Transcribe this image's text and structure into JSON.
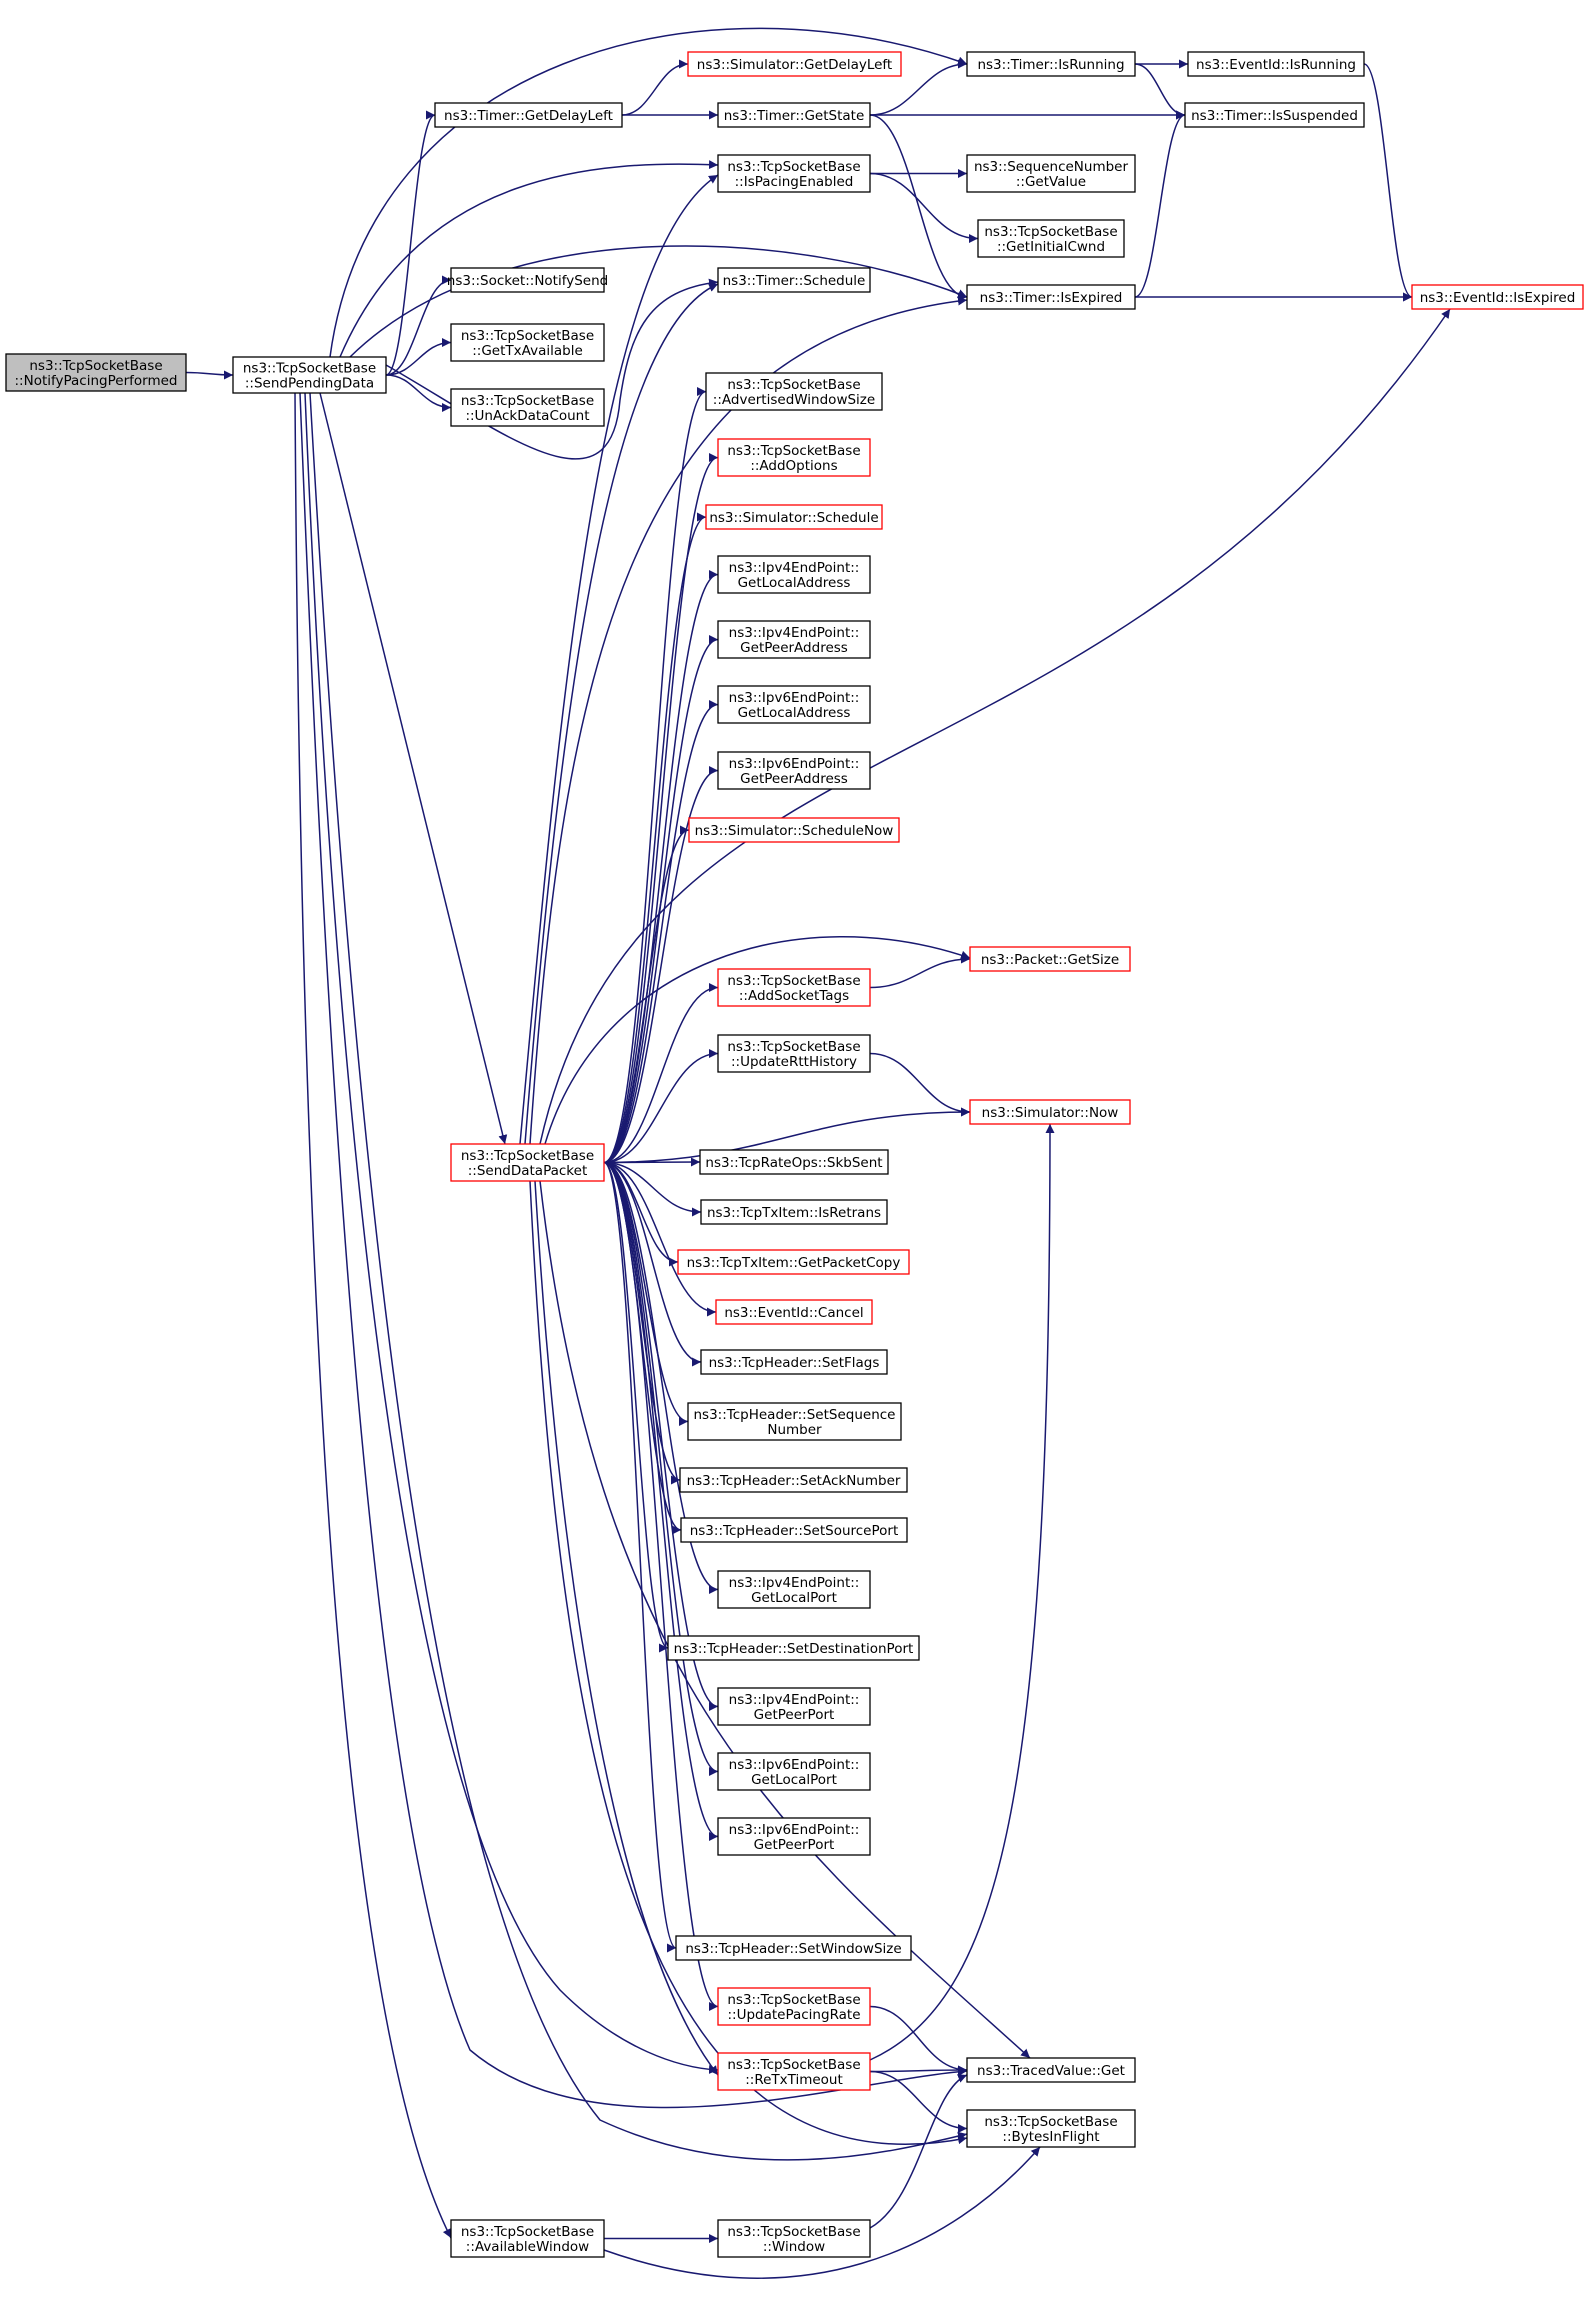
{
  "colors": {
    "edge": "#191970",
    "node_border_default": "#000000",
    "node_border_truncated": "#ff0000",
    "node_fill_default": "#ffffff",
    "node_fill_focus": "#bfbfbf"
  },
  "nodes": [
    {
      "id": "notifyPacing",
      "lines": [
        "ns3::TcpSocketBase",
        "::NotifyPacingPerformed"
      ],
      "style": "focus"
    },
    {
      "id": "sendPending",
      "lines": [
        "ns3::TcpSocketBase",
        "::SendPendingData"
      ],
      "style": "normal"
    },
    {
      "id": "getDelayLeft",
      "lines": [
        "ns3::Timer::GetDelayLeft"
      ],
      "style": "normal"
    },
    {
      "id": "simGetDelayLeft",
      "lines": [
        "ns3::Simulator::GetDelayLeft"
      ],
      "style": "red"
    },
    {
      "id": "timerGetState",
      "lines": [
        "ns3::Timer::GetState"
      ],
      "style": "normal"
    },
    {
      "id": "timerIsRunning",
      "lines": [
        "ns3::Timer::IsRunning"
      ],
      "style": "normal"
    },
    {
      "id": "eventIsRunning",
      "lines": [
        "ns3::EventId::IsRunning"
      ],
      "style": "normal"
    },
    {
      "id": "timerIsSuspended",
      "lines": [
        "ns3::Timer::IsSuspended"
      ],
      "style": "normal"
    },
    {
      "id": "isPacingEnabled",
      "lines": [
        "ns3::TcpSocketBase",
        "::IsPacingEnabled"
      ],
      "style": "normal"
    },
    {
      "id": "seqGetValue",
      "lines": [
        "ns3::SequenceNumber",
        "::GetValue"
      ],
      "style": "normal"
    },
    {
      "id": "getInitialCwnd",
      "lines": [
        "ns3::TcpSocketBase",
        "::GetInitialCwnd"
      ],
      "style": "normal"
    },
    {
      "id": "notifySend",
      "lines": [
        "ns3::Socket::NotifySend"
      ],
      "style": "normal"
    },
    {
      "id": "timerSchedule",
      "lines": [
        "ns3::Timer::Schedule"
      ],
      "style": "normal"
    },
    {
      "id": "timerIsExpired",
      "lines": [
        "ns3::Timer::IsExpired"
      ],
      "style": "normal"
    },
    {
      "id": "eventIsExpired",
      "lines": [
        "ns3::EventId::IsExpired"
      ],
      "style": "red"
    },
    {
      "id": "getTxAvailable",
      "lines": [
        "ns3::TcpSocketBase",
        "::GetTxAvailable"
      ],
      "style": "normal"
    },
    {
      "id": "unAckDataCount",
      "lines": [
        "ns3::TcpSocketBase",
        "::UnAckDataCount"
      ],
      "style": "normal"
    },
    {
      "id": "advWindowSize",
      "lines": [
        "ns3::TcpSocketBase",
        "::AdvertisedWindowSize"
      ],
      "style": "normal"
    },
    {
      "id": "addOptions",
      "lines": [
        "ns3::TcpSocketBase",
        "::AddOptions"
      ],
      "style": "red"
    },
    {
      "id": "simSchedule",
      "lines": [
        "ns3::Simulator::Schedule"
      ],
      "style": "red"
    },
    {
      "id": "ipv4LocalAddr",
      "lines": [
        "ns3::Ipv4EndPoint::",
        "GetLocalAddress"
      ],
      "style": "normal"
    },
    {
      "id": "ipv4PeerAddr",
      "lines": [
        "ns3::Ipv4EndPoint::",
        "GetPeerAddress"
      ],
      "style": "normal"
    },
    {
      "id": "ipv6LocalAddr",
      "lines": [
        "ns3::Ipv6EndPoint::",
        "GetLocalAddress"
      ],
      "style": "normal"
    },
    {
      "id": "ipv6PeerAddr",
      "lines": [
        "ns3::Ipv6EndPoint::",
        "GetPeerAddress"
      ],
      "style": "normal"
    },
    {
      "id": "simScheduleNow",
      "lines": [
        "ns3::Simulator::ScheduleNow"
      ],
      "style": "red"
    },
    {
      "id": "packetGetSize",
      "lines": [
        "ns3::Packet::GetSize"
      ],
      "style": "red"
    },
    {
      "id": "addSocketTags",
      "lines": [
        "ns3::TcpSocketBase",
        "::AddSocketTags"
      ],
      "style": "red"
    },
    {
      "id": "updateRttHistory",
      "lines": [
        "ns3::TcpSocketBase",
        "::UpdateRttHistory"
      ],
      "style": "normal"
    },
    {
      "id": "simNow",
      "lines": [
        "ns3::Simulator::Now"
      ],
      "style": "red"
    },
    {
      "id": "sendDataPacket",
      "lines": [
        "ns3::TcpSocketBase",
        "::SendDataPacket"
      ],
      "style": "red"
    },
    {
      "id": "skbSent",
      "lines": [
        "ns3::TcpRateOps::SkbSent"
      ],
      "style": "normal"
    },
    {
      "id": "isRetrans",
      "lines": [
        "ns3::TcpTxItem::IsRetrans"
      ],
      "style": "normal"
    },
    {
      "id": "getPacketCopy",
      "lines": [
        "ns3::TcpTxItem::GetPacketCopy"
      ],
      "style": "red"
    },
    {
      "id": "eventCancel",
      "lines": [
        "ns3::EventId::Cancel"
      ],
      "style": "red"
    },
    {
      "id": "setFlags",
      "lines": [
        "ns3::TcpHeader::SetFlags"
      ],
      "style": "normal"
    },
    {
      "id": "setSequence",
      "lines": [
        "ns3::TcpHeader::SetSequence",
        "Number"
      ],
      "style": "normal"
    },
    {
      "id": "setAckNumber",
      "lines": [
        "ns3::TcpHeader::SetAckNumber"
      ],
      "style": "normal"
    },
    {
      "id": "setSourcePort",
      "lines": [
        "ns3::TcpHeader::SetSourcePort"
      ],
      "style": "normal"
    },
    {
      "id": "ipv4LocalPort",
      "lines": [
        "ns3::Ipv4EndPoint::",
        "GetLocalPort"
      ],
      "style": "normal"
    },
    {
      "id": "setDestPort",
      "lines": [
        "ns3::TcpHeader::SetDestinationPort"
      ],
      "style": "normal"
    },
    {
      "id": "ipv4PeerPort",
      "lines": [
        "ns3::Ipv4EndPoint::",
        "GetPeerPort"
      ],
      "style": "normal"
    },
    {
      "id": "ipv6LocalPort",
      "lines": [
        "ns3::Ipv6EndPoint::",
        "GetLocalPort"
      ],
      "style": "normal"
    },
    {
      "id": "ipv6PeerPort",
      "lines": [
        "ns3::Ipv6EndPoint::",
        "GetPeerPort"
      ],
      "style": "normal"
    },
    {
      "id": "setWindowSize",
      "lines": [
        "ns3::TcpHeader::SetWindowSize"
      ],
      "style": "normal"
    },
    {
      "id": "updatePacingRate",
      "lines": [
        "ns3::TcpSocketBase",
        "::UpdatePacingRate"
      ],
      "style": "red"
    },
    {
      "id": "tracedGet",
      "lines": [
        "ns3::TracedValue::Get"
      ],
      "style": "normal"
    },
    {
      "id": "reTxTimeout",
      "lines": [
        "ns3::TcpSocketBase",
        "::ReTxTimeout"
      ],
      "style": "red"
    },
    {
      "id": "bytesInFlight",
      "lines": [
        "ns3::TcpSocketBase",
        "::BytesInFlight"
      ],
      "style": "normal"
    },
    {
      "id": "availableWindow",
      "lines": [
        "ns3::TcpSocketBase",
        "::AvailableWindow"
      ],
      "style": "normal"
    },
    {
      "id": "window",
      "lines": [
        "ns3::TcpSocketBase",
        "::Window"
      ],
      "style": "normal"
    }
  ],
  "edges": [
    [
      "notifyPacing",
      "sendPending"
    ],
    [
      "sendPending",
      "getDelayLeft"
    ],
    [
      "sendPending",
      "timerIsRunning"
    ],
    [
      "sendPending",
      "isPacingEnabled"
    ],
    [
      "sendPending",
      "notifySend"
    ],
    [
      "sendPending",
      "timerSchedule"
    ],
    [
      "sendPending",
      "timerIsExpired"
    ],
    [
      "sendPending",
      "getTxAvailable"
    ],
    [
      "sendPending",
      "unAckDataCount"
    ],
    [
      "sendPending",
      "sendDataPacket"
    ],
    [
      "sendPending",
      "tracedGet"
    ],
    [
      "sendPending",
      "reTxTimeout"
    ],
    [
      "sendPending",
      "bytesInFlight"
    ],
    [
      "sendPending",
      "availableWindow"
    ],
    [
      "getDelayLeft",
      "simGetDelayLeft"
    ],
    [
      "getDelayLeft",
      "timerGetState"
    ],
    [
      "timerGetState",
      "timerIsRunning"
    ],
    [
      "timerGetState",
      "timerIsSuspended"
    ],
    [
      "timerGetState",
      "timerIsExpired"
    ],
    [
      "timerIsRunning",
      "eventIsRunning"
    ],
    [
      "timerIsRunning",
      "timerIsSuspended"
    ],
    [
      "eventIsRunning",
      "eventIsExpired"
    ],
    [
      "isPacingEnabled",
      "seqGetValue"
    ],
    [
      "isPacingEnabled",
      "getInitialCwnd"
    ],
    [
      "timerIsExpired",
      "eventIsExpired"
    ],
    [
      "timerIsExpired",
      "timerIsSuspended"
    ],
    [
      "sendDataPacket",
      "isPacingEnabled"
    ],
    [
      "sendDataPacket",
      "timerSchedule"
    ],
    [
      "sendDataPacket",
      "timerIsExpired"
    ],
    [
      "sendDataPacket",
      "advWindowSize"
    ],
    [
      "sendDataPacket",
      "addOptions"
    ],
    [
      "sendDataPacket",
      "simSchedule"
    ],
    [
      "sendDataPacket",
      "ipv4LocalAddr"
    ],
    [
      "sendDataPacket",
      "ipv4PeerAddr"
    ],
    [
      "sendDataPacket",
      "ipv6LocalAddr"
    ],
    [
      "sendDataPacket",
      "ipv6PeerAddr"
    ],
    [
      "sendDataPacket",
      "simScheduleNow"
    ],
    [
      "sendDataPacket",
      "eventIsExpired"
    ],
    [
      "sendDataPacket",
      "packetGetSize"
    ],
    [
      "sendDataPacket",
      "addSocketTags"
    ],
    [
      "sendDataPacket",
      "updateRttHistory"
    ],
    [
      "sendDataPacket",
      "simNow"
    ],
    [
      "sendDataPacket",
      "skbSent"
    ],
    [
      "sendDataPacket",
      "isRetrans"
    ],
    [
      "sendDataPacket",
      "getPacketCopy"
    ],
    [
      "sendDataPacket",
      "eventCancel"
    ],
    [
      "sendDataPacket",
      "setFlags"
    ],
    [
      "sendDataPacket",
      "setSequence"
    ],
    [
      "sendDataPacket",
      "setAckNumber"
    ],
    [
      "sendDataPacket",
      "setSourcePort"
    ],
    [
      "sendDataPacket",
      "ipv4LocalPort"
    ],
    [
      "sendDataPacket",
      "setDestPort"
    ],
    [
      "sendDataPacket",
      "ipv4PeerPort"
    ],
    [
      "sendDataPacket",
      "ipv6LocalPort"
    ],
    [
      "sendDataPacket",
      "ipv6PeerPort"
    ],
    [
      "sendDataPacket",
      "tracedGet"
    ],
    [
      "sendDataPacket",
      "setWindowSize"
    ],
    [
      "sendDataPacket",
      "updatePacingRate"
    ],
    [
      "sendDataPacket",
      "reTxTimeout"
    ],
    [
      "sendDataPacket",
      "bytesInFlight"
    ],
    [
      "addSocketTags",
      "packetGetSize"
    ],
    [
      "updateRttHistory",
      "simNow"
    ],
    [
      "updatePacingRate",
      "tracedGet"
    ],
    [
      "reTxTimeout",
      "simNow"
    ],
    [
      "reTxTimeout",
      "tracedGet"
    ],
    [
      "reTxTimeout",
      "bytesInFlight"
    ],
    [
      "availableWindow",
      "window"
    ],
    [
      "availableWindow",
      "bytesInFlight"
    ],
    [
      "window",
      "tracedGet"
    ]
  ]
}
